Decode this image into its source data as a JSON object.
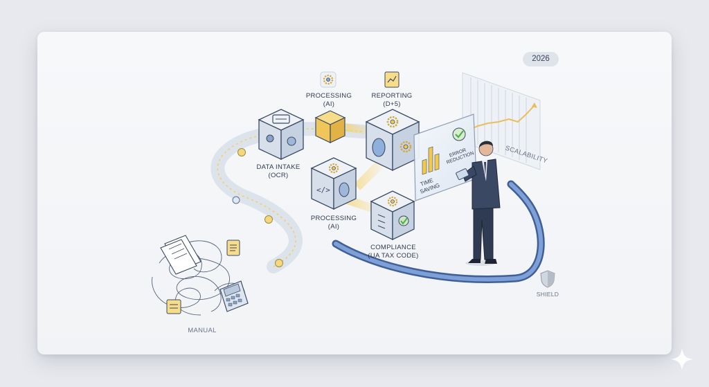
{
  "year_badge": "2026",
  "labels": {
    "processing_top": [
      "PROCESSING",
      "(AI)"
    ],
    "reporting": [
      "REPORTING",
      "(D+5)"
    ],
    "data_intake": [
      "DATA INTAKE",
      "(OCR)"
    ],
    "processing_mid": [
      "PROCESSING",
      "(AI)"
    ],
    "compliance": [
      "COMPLIANCE",
      "(UA TAX CODE)"
    ],
    "manual": "MANUAL",
    "shield": "SHIELD",
    "scalability": "SCALABILITY",
    "time_saving": [
      "TIME",
      "SAVING"
    ],
    "error_reduction": [
      "ERROR",
      "REDUCTION"
    ]
  },
  "colors": {
    "accent_gold": "#f2c94c",
    "accent_blue": "#5b84c4",
    "cube_face": "#dfe6f0",
    "cube_stroke": "#3a4a63",
    "check_green": "#4caf50"
  },
  "icons": [
    "gear-icon",
    "chart-icon",
    "document-icon",
    "calculator-icon",
    "shield-icon",
    "code-icon",
    "checklist-icon",
    "scan-icon",
    "sparkle-icon"
  ]
}
